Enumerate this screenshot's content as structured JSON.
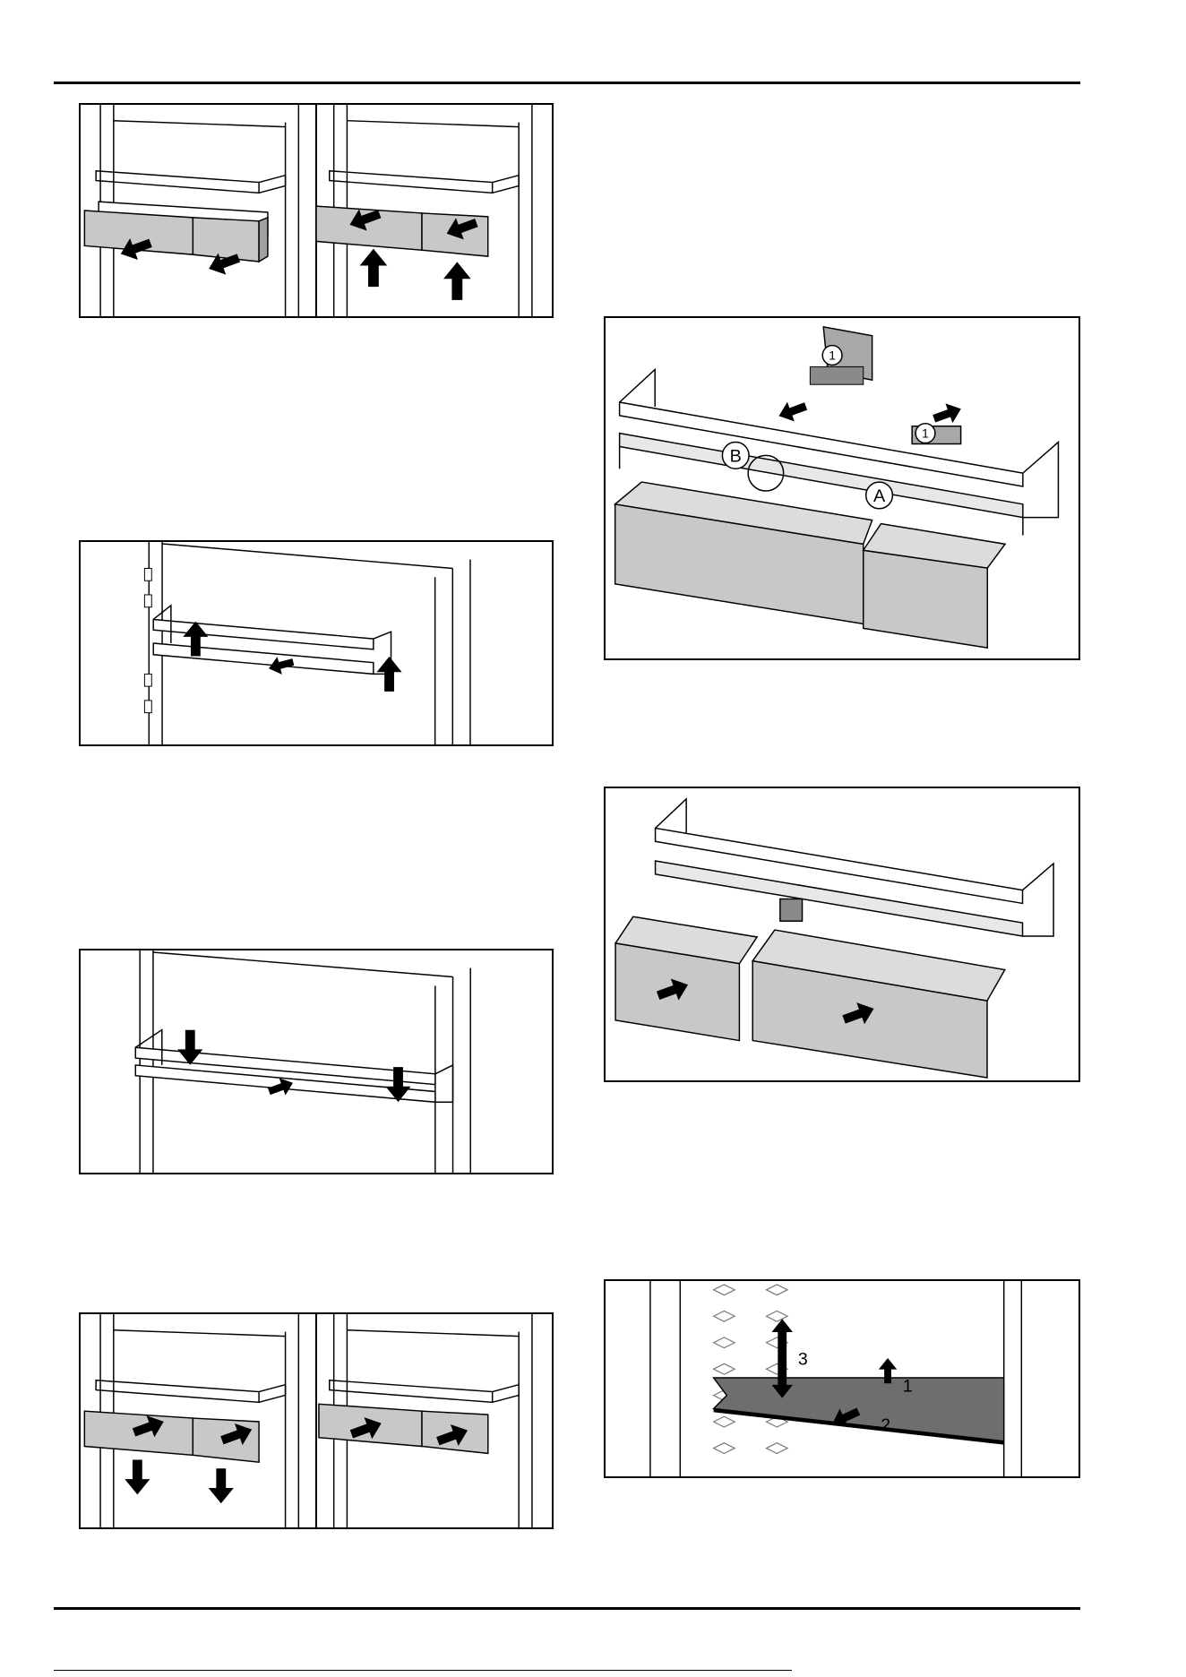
{
  "page": {
    "background": "#ffffff",
    "line_color": "#000000",
    "part_fill": "#c8c8c8",
    "shelf_fill": "#6e6e6e"
  },
  "figures": [
    {
      "id": "fig-drawers-remove-two-step",
      "icons": [
        "arrow-out-icon",
        "arrow-up-icon"
      ]
    },
    {
      "id": "fig-rail-lift-out",
      "icons": [
        "arrow-up-icon",
        "arrow-forward-icon"
      ]
    },
    {
      "id": "fig-rail-insert",
      "icons": [
        "arrow-down-icon",
        "arrow-back-icon"
      ]
    },
    {
      "id": "fig-drawers-insert-two-step",
      "icons": [
        "arrow-in-icon",
        "arrow-down-icon"
      ]
    },
    {
      "id": "fig-divider-reposition",
      "labels": {
        "clip_left": "1",
        "clip_right": "1",
        "marker_b": "B",
        "marker_a": "A"
      }
    },
    {
      "id": "fig-drawers-swapped",
      "icons": [
        "arrow-in-icon"
      ]
    },
    {
      "id": "fig-glass-shelf-remove",
      "labels": {
        "step_1": "1",
        "step_2": "2",
        "step_3": "3"
      }
    }
  ]
}
